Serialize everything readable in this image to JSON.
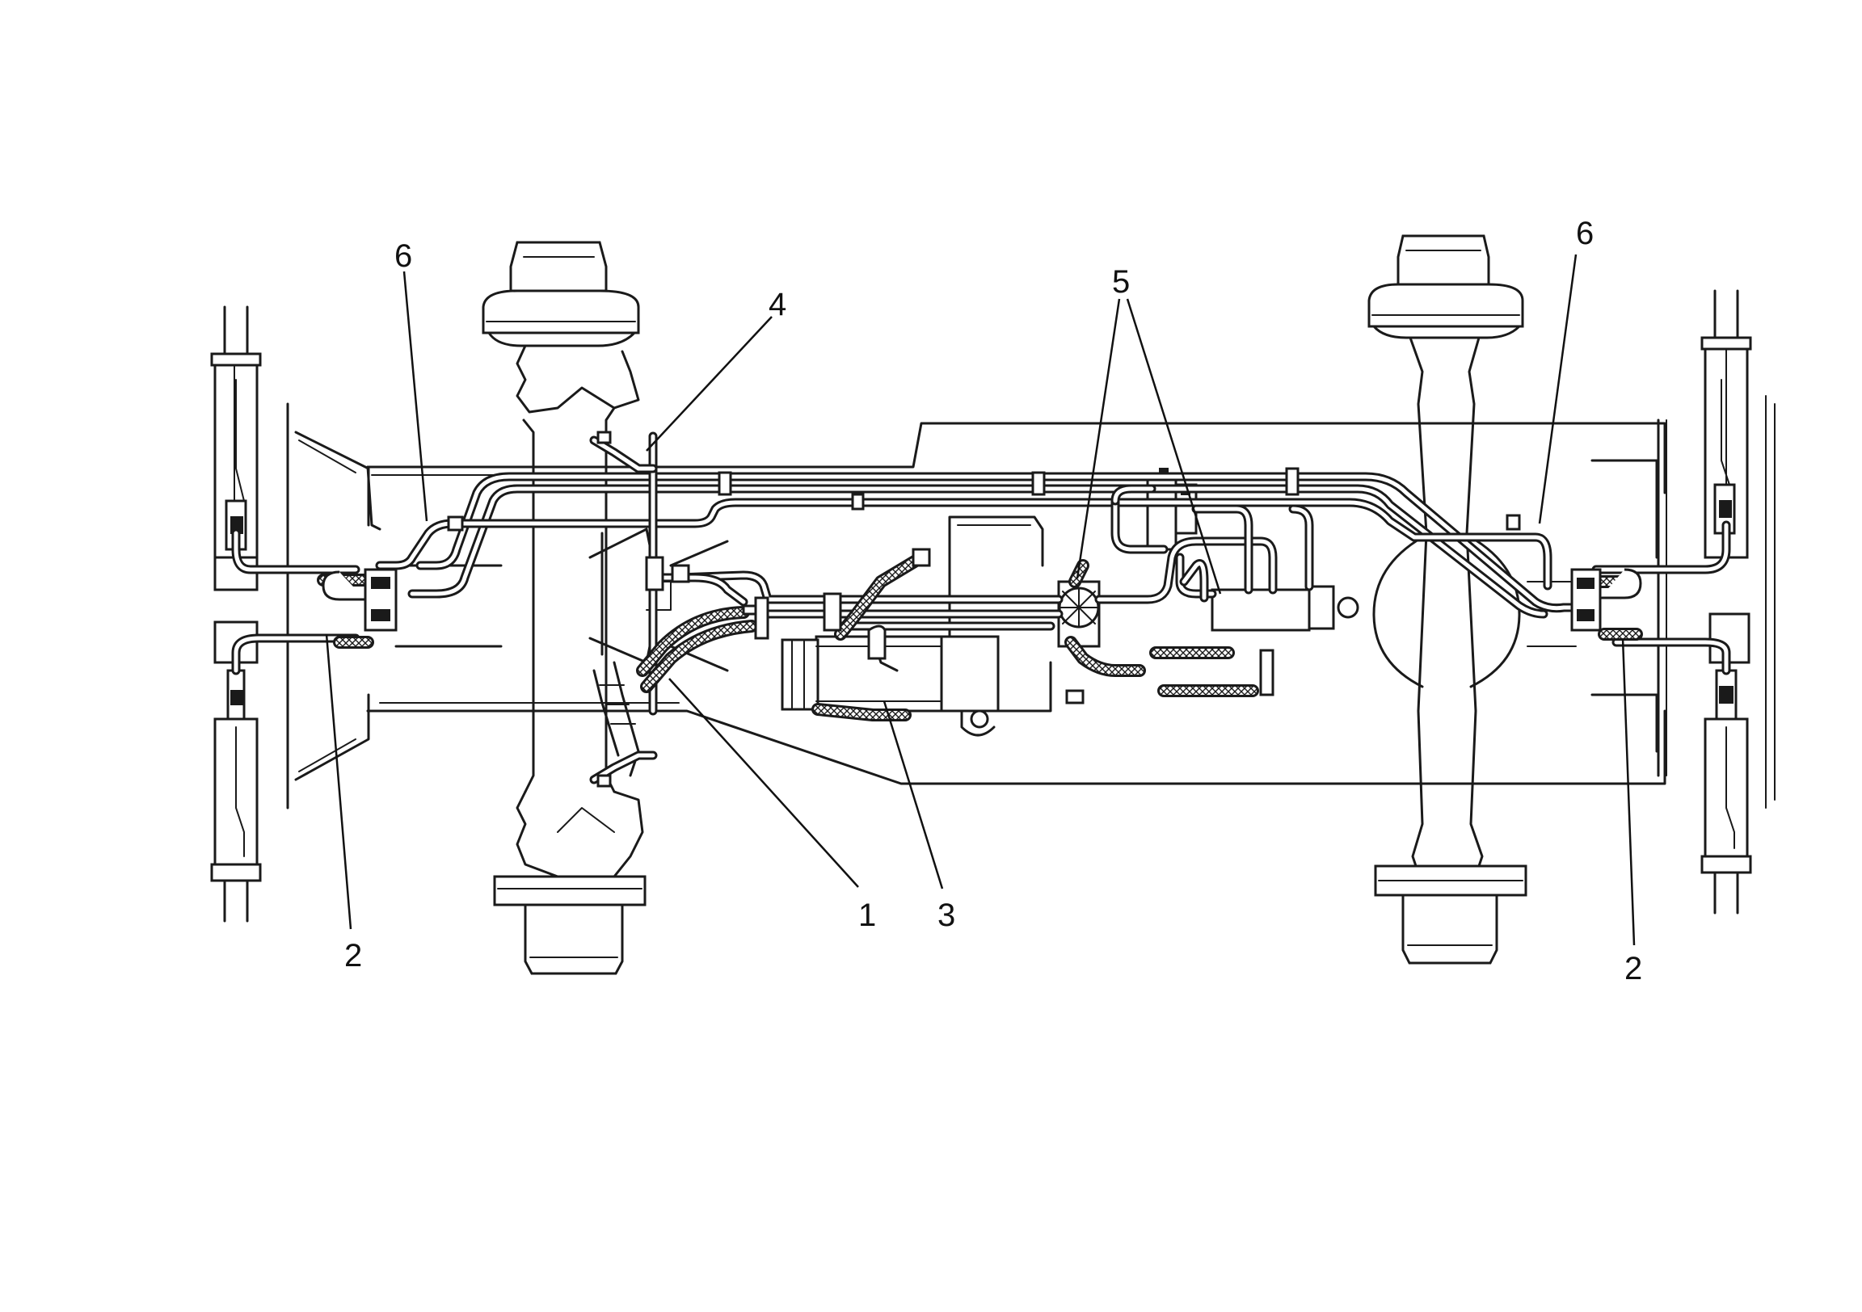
{
  "callouts": [
    {
      "id": "c1",
      "text": "1"
    },
    {
      "id": "c2a",
      "text": "2"
    },
    {
      "id": "c2b",
      "text": "2"
    },
    {
      "id": "c3",
      "text": "3"
    },
    {
      "id": "c4",
      "text": "4"
    },
    {
      "id": "c5",
      "text": "5"
    },
    {
      "id": "c6a",
      "text": "6"
    },
    {
      "id": "c6b",
      "text": "6"
    }
  ]
}
